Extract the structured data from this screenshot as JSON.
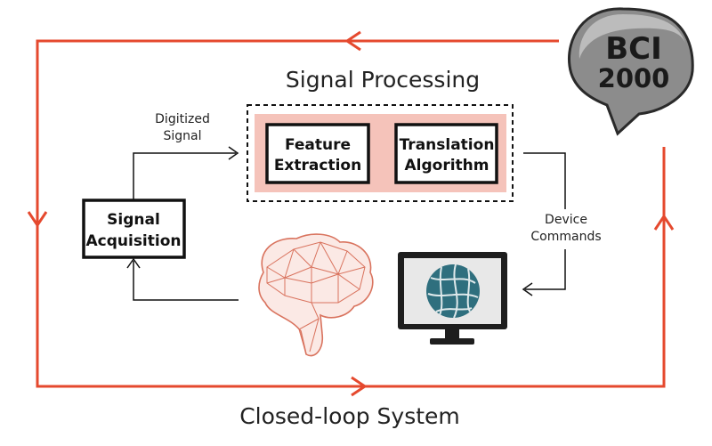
{
  "diagram": {
    "title": "Signal Processing",
    "footer": "Closed-loop System",
    "logo": {
      "line1": "BCI",
      "line2": "2000"
    },
    "edge_labels": {
      "digitized": [
        "Digitized",
        "Signal"
      ],
      "device": [
        "Device",
        "Commands"
      ]
    },
    "nodes": {
      "acquisition": [
        "Signal",
        "Acquisition"
      ],
      "feature": [
        "Feature",
        "Extraction"
      ],
      "translation": [
        "Translation",
        "Algorithm"
      ]
    }
  },
  "colors": {
    "loop": "#e5492e",
    "panel": "#f5c3ba",
    "brain": "#d9735e",
    "globe": "#2f6f7e",
    "box_border": "#111111"
  }
}
